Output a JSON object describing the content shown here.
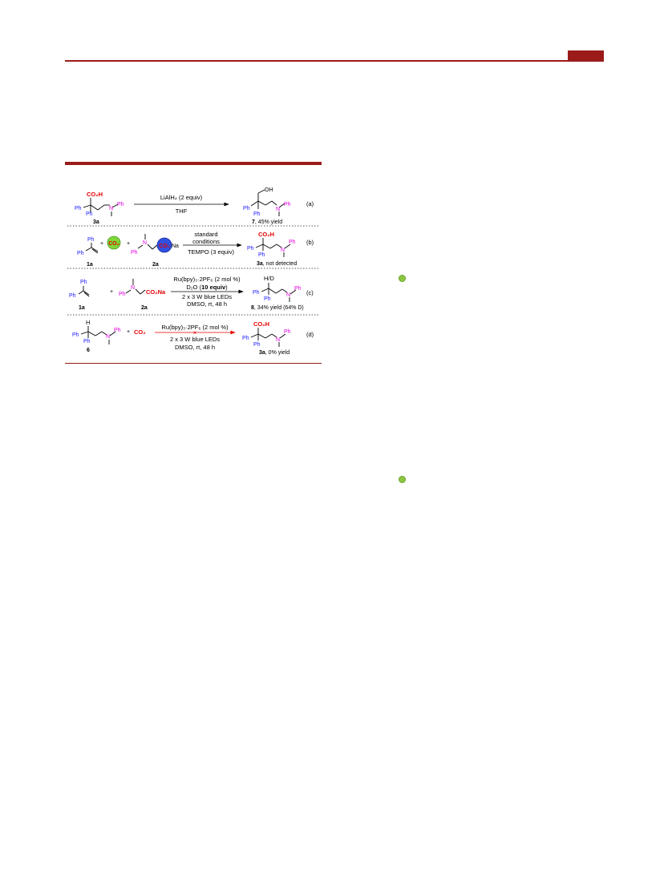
{
  "colors": {
    "accent": "#9b1b1b",
    "ph_blue": "#1a1aff",
    "n_magenta": "#e000e0",
    "red": "#e00000",
    "green": "#7fd83a",
    "blue_ball": "#3050e0",
    "bullet": "#8dc641"
  },
  "scheme": {
    "rows": [
      {
        "label": "(a)",
        "reagent_top": "LiAlH₄ (2 equiv)",
        "reagent_bottom": "THF",
        "sm": {
          "acid": "CO₂H",
          "ph1": "Ph",
          "ph2": "Ph",
          "nph": "Ph",
          "n": "N",
          "label": "3a"
        },
        "product": {
          "oh": "OH",
          "ph1": "Ph",
          "ph2": "Ph",
          "nph": "Ph",
          "n": "N",
          "label": "7",
          "yield": ", 45% yield"
        }
      },
      {
        "label": "(b)",
        "reagent_top1": "standard",
        "reagent_top2": "conditions",
        "reagent_bottom": "TEMPO (3 equiv)",
        "sm1": {
          "ph1": "Ph",
          "ph2": "Ph",
          "ball": "CO₂",
          "label": "1a"
        },
        "plus": "+",
        "plus2": "+",
        "sm2": {
          "n": "N",
          "ph": "Ph",
          "ball": "CO₂",
          "na": "Na",
          "label": "2a"
        },
        "product": {
          "acid": "CO₂H",
          "ph1": "Ph",
          "ph2": "Ph",
          "nph": "Ph",
          "n": "N",
          "label": "3a",
          "note": ", not detected"
        }
      },
      {
        "label": "(c)",
        "reagent_top": "Ru(bpy)₃·2PF₆ (2 mol %)",
        "reagent_d2o": "D₂O (",
        "reagent_d2o_bold": "10 equiv",
        "reagent_d2o_end": ")",
        "reagent_bottom1": "2 x 3 W blue LEDs",
        "reagent_bottom2": "DMSO, rt, 48 h",
        "sm1": {
          "ph1": "Ph",
          "ph2": "Ph",
          "label": "1a"
        },
        "plus": "+",
        "sm2": {
          "n": "N",
          "ph": "Ph",
          "co2na": "CO₂Na",
          "label": "2a"
        },
        "product": {
          "hd": "H/D",
          "ph1": "Ph",
          "ph2": "Ph",
          "nph": "Ph",
          "n": "N",
          "label": "8",
          "yield": ", 34% yield (64% D)"
        }
      },
      {
        "label": "(d)",
        "reagent_top": "Ru(bpy)₃·2PF₆ (2 mol %)",
        "reagent_bottom1": "2 x 3 W blue LEDs",
        "reagent_bottom2": "DMSO, rt, 48 h",
        "cross": "×",
        "sm": {
          "h": "H",
          "ph1": "Ph",
          "ph2": "Ph",
          "nph": "Ph",
          "n": "N",
          "label": "6"
        },
        "plus": "+",
        "co2": "CO₂",
        "product": {
          "acid": "CO₂H",
          "ph1": "Ph",
          "ph2": "Ph",
          "nph": "Ph",
          "n": "N",
          "label": "3a",
          "yield": ", 0% yield"
        }
      }
    ]
  }
}
